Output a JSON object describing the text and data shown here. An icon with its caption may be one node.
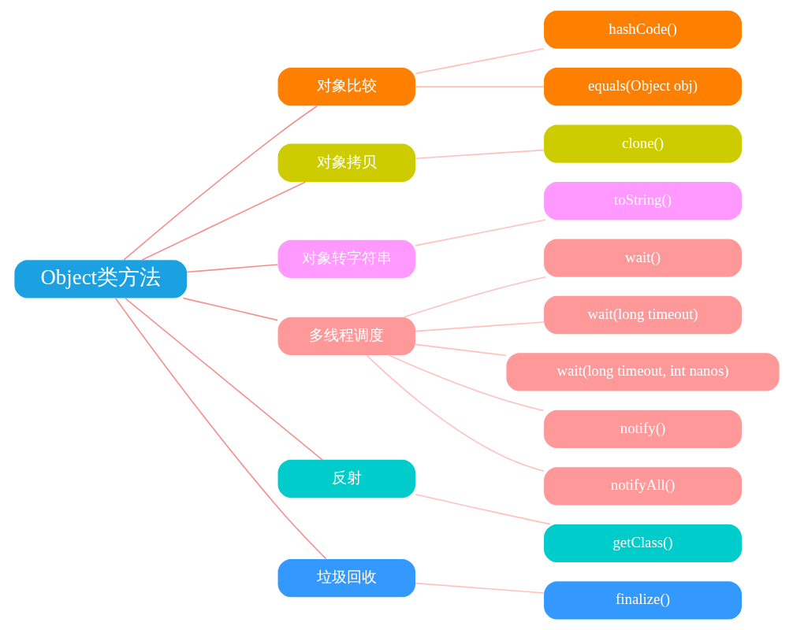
{
  "diagram": {
    "nodes": [
      {
        "text": [
          "Object类方法"
        ]
      },
      {
        "text": [
          "对象比较"
        ]
      },
      {
        "text": [
          "hashCode()"
        ]
      },
      {
        "text": [
          "equals(Object obj)"
        ]
      },
      {
        "text": [
          "对象拷贝"
        ]
      },
      {
        "text": [
          "clone()"
        ]
      },
      {
        "text": [
          "对象转字符串"
        ]
      },
      {
        "text": [
          "toString()"
        ]
      },
      {
        "text": [
          "多线程调度"
        ]
      },
      {
        "text": [
          "wait()"
        ]
      },
      {
        "text": [
          "wait(long timeout)"
        ]
      },
      {
        "text": [
          "wait(long timeout, int nanos)"
        ]
      },
      {
        "text": [
          "notify()"
        ]
      },
      {
        "text": [
          "notifyAll()"
        ]
      },
      {
        "text": [
          "反射"
        ]
      },
      {
        "text": [
          "getClass()"
        ]
      },
      {
        "text": [
          "垃圾回收"
        ]
      },
      {
        "text": [
          "finalize()"
        ]
      }
    ],
    "edges": [
      {
        "from": 0,
        "to": 1,
        "arrow": "none",
        "color": "#f4908e"
      },
      {
        "from": 1,
        "to": 2,
        "arrow": "none"
      },
      {
        "from": 1,
        "to": 3,
        "arrow": "none"
      },
      {
        "from": 0,
        "to": 4,
        "arrow": "none",
        "color": "#f4908e"
      },
      {
        "from": 4,
        "to": 5,
        "arrow": "none"
      },
      {
        "from": 0,
        "to": 6,
        "arrow": "none",
        "color": "#f4908e"
      },
      {
        "from": 6,
        "to": 7,
        "arrow": "none"
      },
      {
        "from": 0,
        "to": 8,
        "arrow": "none",
        "color": "#f4908e"
      },
      {
        "from": 8,
        "to": 9,
        "arrow": "none"
      },
      {
        "from": 8,
        "to": 10,
        "arrow": "none"
      },
      {
        "from": 8,
        "to": 11,
        "arrow": "none"
      },
      {
        "from": 8,
        "to": 12,
        "arrow": "none"
      },
      {
        "from": 8,
        "to": 13,
        "arrow": "none"
      },
      {
        "from": 0,
        "to": 14,
        "arrow": "none",
        "color": "#f4908e"
      },
      {
        "from": 14,
        "to": 15,
        "arrow": "none"
      },
      {
        "from": 0,
        "to": 16,
        "arrow": "none",
        "color": "#f4908e"
      },
      {
        "from": 16,
        "to": 17,
        "arrow": "none"
      }
    ]
  }
}
